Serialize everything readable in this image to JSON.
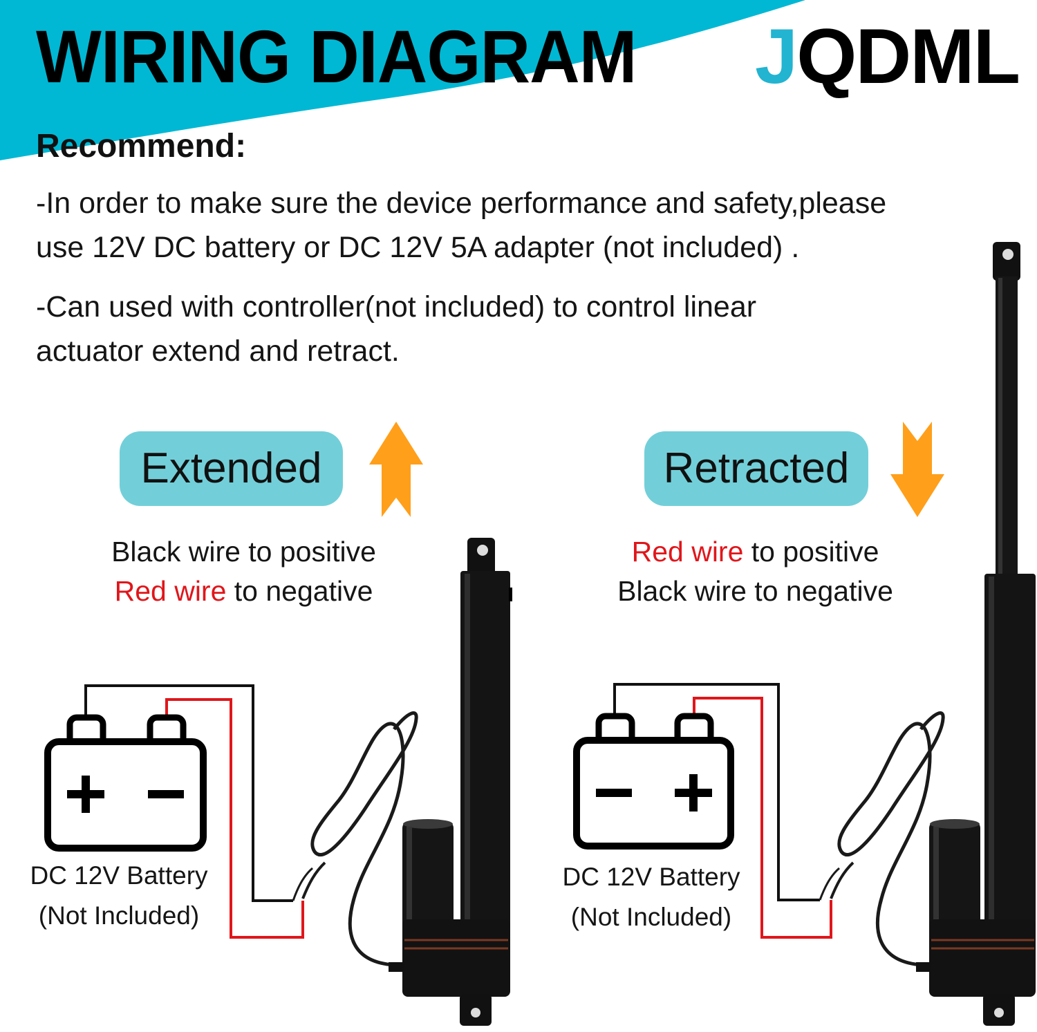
{
  "header": {
    "title": "WIRING DIAGRAM",
    "brand_accent": "J",
    "brand_rest": "QDML"
  },
  "recommend": {
    "heading": "Recommend:",
    "paragraph1": [
      "-In order to make sure the device performance and safety,please",
      "use 12V DC battery or DC 12V 5A adapter (not included) ."
    ],
    "paragraph2": [
      "-Can used with controller(not included) to control linear",
      "actuator extend and retract."
    ]
  },
  "extended": {
    "label": "Extended",
    "line1_black": "Black wire to positive",
    "line2_red": "Red wire",
    "line2_rest": " to negative",
    "battery_line1": "DC 12V Battery",
    "battery_line2": "(Not Included)",
    "terminal_left": "+",
    "terminal_right": "−"
  },
  "retracted": {
    "label": "Retracted",
    "line1_red": "Red wire",
    "line1_rest": " to positive",
    "line2_black": "Black wire to negative",
    "battery_line1": "DC 12V Battery",
    "battery_line2": "(Not Included)",
    "terminal_left": "−",
    "terminal_right": "+"
  },
  "colors": {
    "banner": "#00b8d4",
    "accent": "#22b4d1",
    "pill": "#72cfd9",
    "arrow": "#ff9f1a",
    "red_wire": "#e0161b",
    "black_wire": "#111111"
  },
  "icons": [
    "arrow-up-icon",
    "arrow-down-icon",
    "battery-icon",
    "linear-actuator-icon"
  ]
}
